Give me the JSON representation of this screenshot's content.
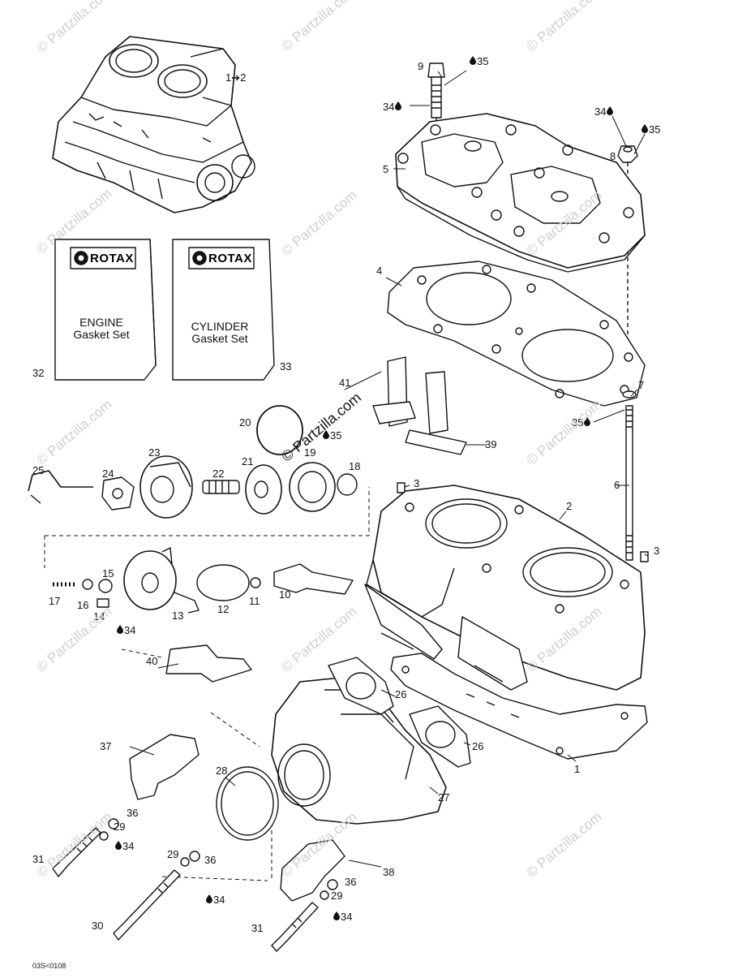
{
  "watermark": {
    "text": "© Partzilla.com",
    "overlay_text": "© Partzilla.com"
  },
  "doc_code": "03S<0108",
  "kits": {
    "engine": {
      "brand": "ROTAX",
      "line1": "ENGINE",
      "line2": "Gasket Set",
      "ref": "32"
    },
    "cylinder": {
      "brand": "ROTAX",
      "line1": "CYLINDER",
      "line2": "Gasket Set",
      "ref": "33"
    }
  },
  "callouts": {
    "c1to2": "1➔2",
    "c1": "1",
    "c2": "2",
    "c3a": "3",
    "c3b": "3",
    "c4": "4",
    "c5": "5",
    "c6": "6",
    "c7": "7",
    "c8": "8",
    "c9": "9",
    "c10": "10",
    "c11": "11",
    "c12": "12",
    "c13": "13",
    "c14": "14",
    "c15": "15",
    "c16": "16",
    "c17": "17",
    "c18": "18",
    "c19": "19",
    "c20": "20",
    "c21": "21",
    "c22": "22",
    "c23": "23",
    "c24": "24",
    "c25": "25",
    "c26a": "26",
    "c26b": "26",
    "c27": "27",
    "c28": "28",
    "c29a": "29",
    "c29b": "29",
    "c29c": "29",
    "c30": "30",
    "c31a": "31",
    "c31b": "31",
    "c36a": "36",
    "c36b": "36",
    "c36c": "36",
    "c37": "37",
    "c38": "38",
    "c39": "39",
    "c40": "40",
    "c41": "41",
    "s35a": "35",
    "s35b": "35",
    "s35c": "35",
    "s35d": "35",
    "s34a": "34",
    "s34b": "34",
    "s34c": "34",
    "s34d": "34",
    "s34e": "34",
    "s34f": "34"
  }
}
